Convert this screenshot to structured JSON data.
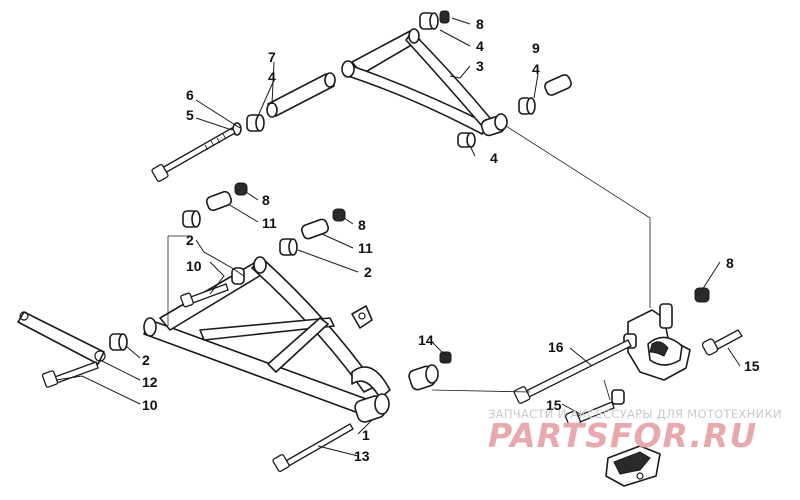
{
  "callouts": {
    "c1": "1",
    "c2a": "2",
    "c2b": "2",
    "c2c": "2",
    "c3": "3",
    "c4a": "4",
    "c4b": "4",
    "c4c": "4",
    "c4d": "4",
    "c5": "5",
    "c6": "6",
    "c7": "7",
    "c8a": "8",
    "c8b": "8",
    "c8c": "8",
    "c8d": "8",
    "c9": "9",
    "c10a": "10",
    "c10b": "10",
    "c11a": "11",
    "c11b": "11",
    "c12": "12",
    "c13": "13",
    "c14": "14",
    "c15a": "15",
    "c15b": "15",
    "c16": "16"
  },
  "watermark": {
    "subtitle": "ЗАПЧАСТИ И АКСЕССУАРЫ ДЛЯ МОТОТЕХНИКИ",
    "brand": "PARTSFOR.RU",
    "color": "#e8a9ad"
  }
}
